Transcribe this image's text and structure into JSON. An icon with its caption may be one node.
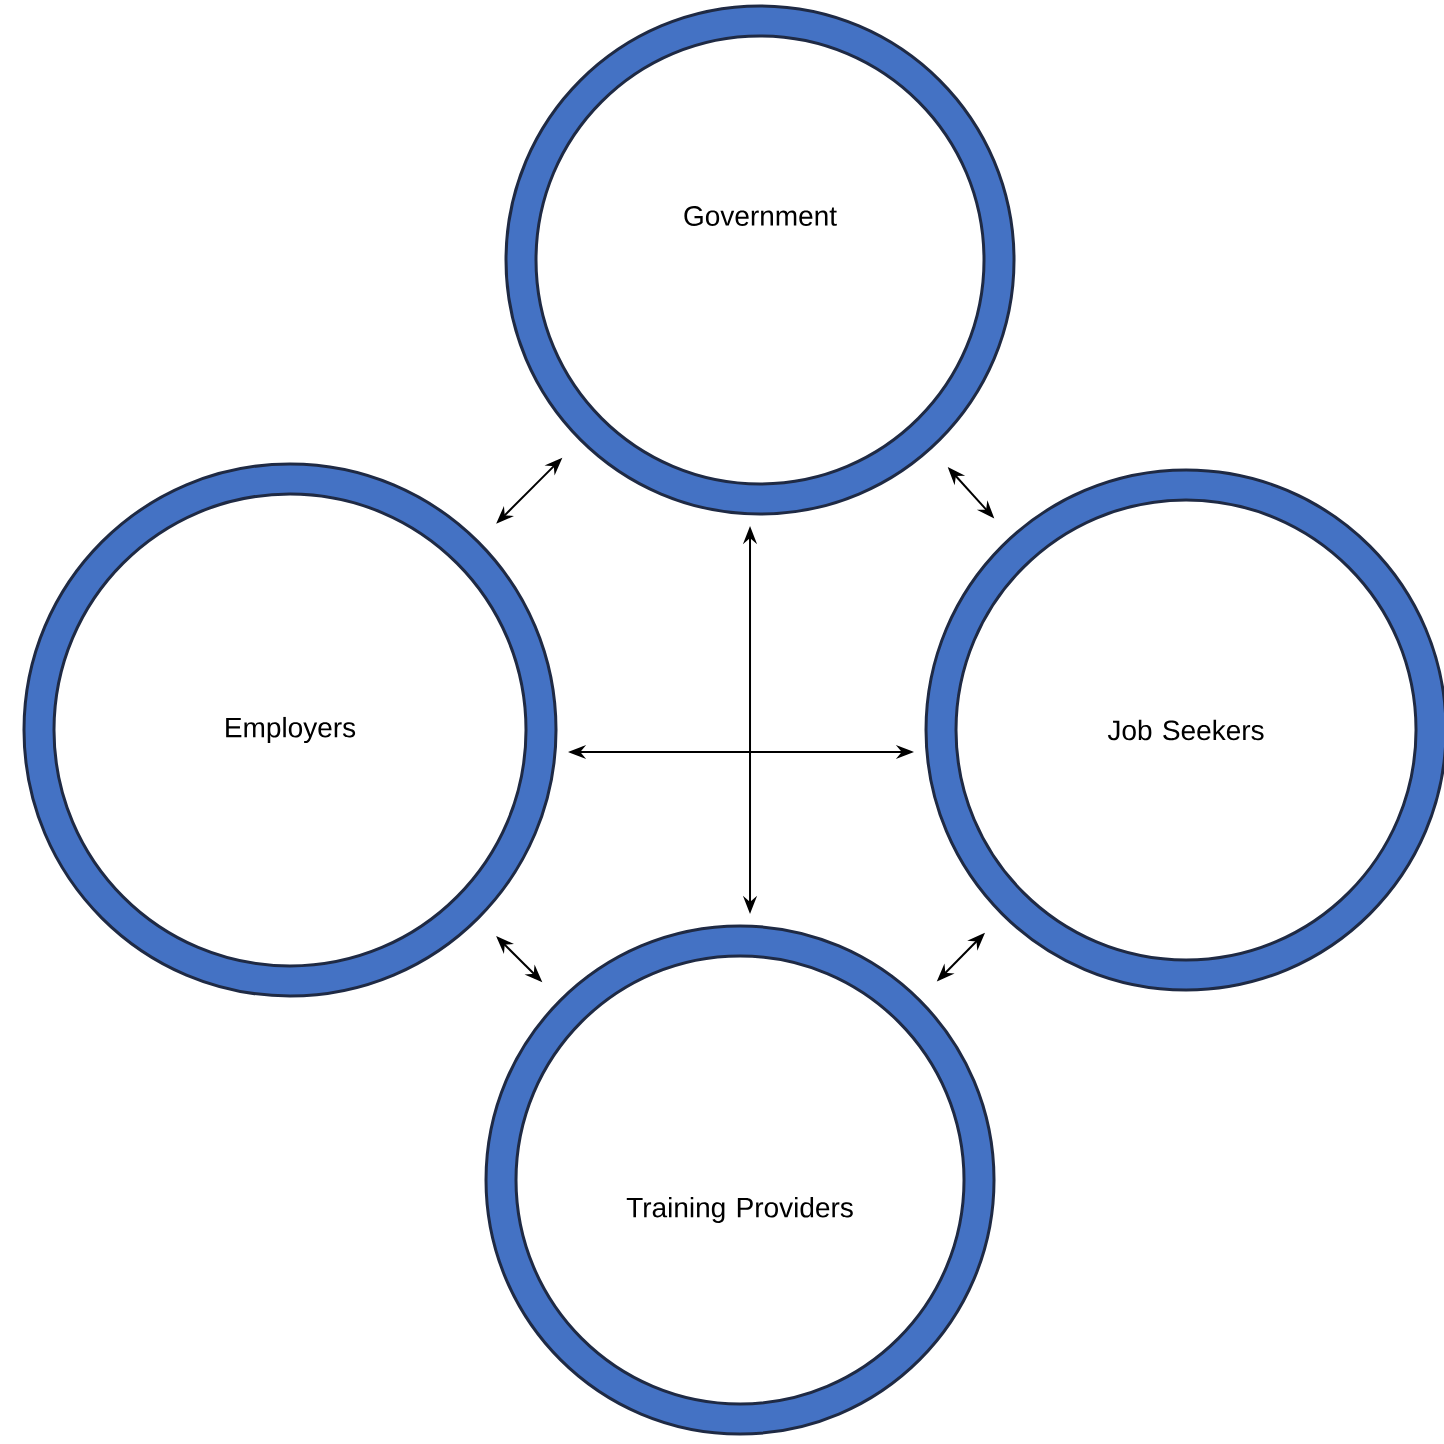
{
  "diagram": {
    "nodes": [
      {
        "text": [
          "Government"
        ]
      },
      {
        "text": [
          "Employers"
        ]
      },
      {
        "text": [
          "Job Seekers"
        ]
      },
      {
        "text": [
          "Training Providers"
        ]
      }
    ],
    "edges": [
      {
        "from": 0,
        "to": 1,
        "arrow": "both"
      },
      {
        "from": 0,
        "to": 2,
        "arrow": "both"
      },
      {
        "from": 0,
        "to": 3,
        "arrow": "both"
      },
      {
        "from": 1,
        "to": 2,
        "arrow": "both"
      },
      {
        "from": 1,
        "to": 3,
        "arrow": "both"
      },
      {
        "from": 2,
        "to": 3,
        "arrow": "both"
      }
    ]
  }
}
